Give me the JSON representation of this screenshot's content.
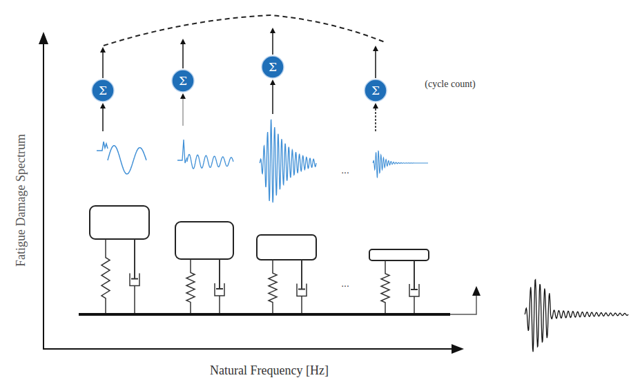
{
  "diagram": {
    "nodes": [
      {
        "text": [
          "Σ"
        ]
      },
      {
        "text": [
          "Σ"
        ]
      },
      {
        "text": [
          "Σ"
        ]
      },
      {
        "text": [
          "Σ"
        ]
      }
    ],
    "labels": [
      "Fatigue Damage Spectrum",
      "Natural Frequency [Hz]",
      "(cycle count)",
      "...",
      "..."
    ]
  }
}
